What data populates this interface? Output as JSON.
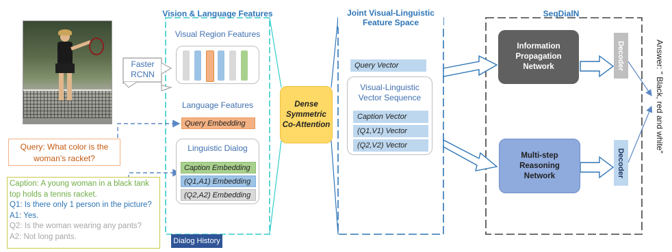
{
  "sections": {
    "vision_language": "Vision & Language Features",
    "joint_space": "Joint Visual-Linguistic\nFeature Space",
    "seqdialn": "SeqDialN"
  },
  "image": {
    "subject": "tennis player"
  },
  "faster_rcnn": "Faster\nRCNN",
  "visual_region": {
    "title": "Visual Region Features",
    "bars": [
      "#d9d9d9",
      "#9dc3e6",
      "#f4b183",
      "#9dc3e6",
      "#d9d9d9",
      "#a9d18e"
    ]
  },
  "language_features": {
    "title": "Language Features",
    "query_embedding": "Query Embedding"
  },
  "linguistic_dialog": {
    "title": "Linguistic Dialog",
    "items": [
      "Caption Embedding",
      "(Q1,A1) Embedding",
      "(Q2,A2) Embedding"
    ]
  },
  "query_box": "Query: What color is the\nwoman’s racket?",
  "dialog": {
    "caption": "Caption: A young woman in a black tank\ntop holds a tennis racket.",
    "q1": "Q1: Is there only 1 person in the picture?",
    "a1": "A1: Yes.",
    "q2": "Q2: Is the woman wearing any pants?",
    "a2": "A2: Not long pants."
  },
  "dialog_history": "Dialog History",
  "dense_attention": "Dense\nSymmetric\nCo-Attention",
  "query_vector": "Query Vector",
  "vl_sequence": {
    "title": "Visual-Linguistic\nVector Sequence",
    "items": [
      "Caption Vector",
      "(Q1,V1) Vector",
      "(Q2,V2) Vector"
    ]
  },
  "info_network": "Information\nPropagation\nNetwork",
  "multistep_network": "Multi-step\nReasoning\nNetwork",
  "decoder_top": "Decoder",
  "decoder_bottom": "Decoder",
  "answer": "Answer: \" Black, red and white\"",
  "colors": {
    "cyan": "#33cccc",
    "blue_accent": "#2e75b6",
    "query_orange": "#f4b183",
    "caption_green": "#a9d18e",
    "q1_blue": "#9dc3e6",
    "q2_gray": "#d9d9d9",
    "dense_yellow": "#ffd966",
    "info_dark": "#606060",
    "multistep_blue": "#8faadc",
    "dialog_history_blue": "#2f5597"
  }
}
